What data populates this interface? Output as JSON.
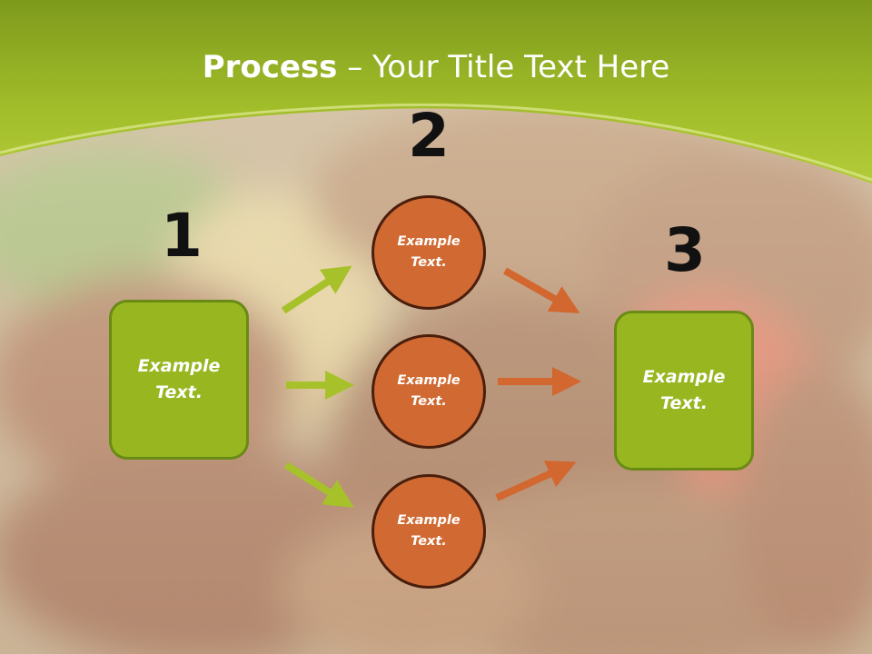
{
  "title": {
    "bold": "Process",
    "rest": " – Your Title Text Here"
  },
  "steps": {
    "one": "1",
    "two": "2",
    "three": "3"
  },
  "left_box": {
    "text": "Example\nText."
  },
  "right_box": {
    "text": "Example\nText."
  },
  "circles": [
    {
      "text": "Example\nText."
    },
    {
      "text": "Example\nText."
    },
    {
      "text": "Example\nText."
    }
  ],
  "colors": {
    "header_green": "#9cba22",
    "box_green": "#97b620",
    "circle_orange": "#d06a32",
    "arrow_green": "#a7c12a",
    "arrow_orange": "#d2672f"
  }
}
